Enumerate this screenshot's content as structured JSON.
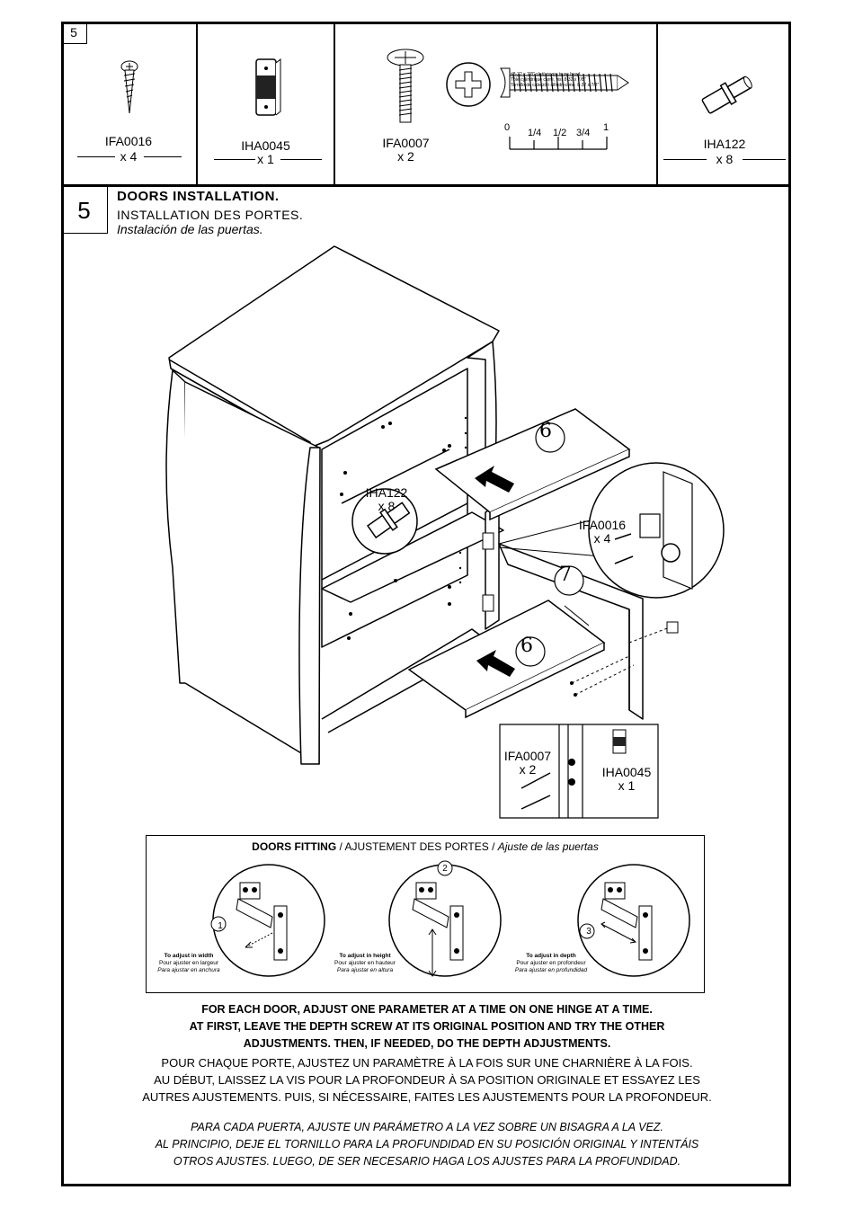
{
  "page_number": "5",
  "hardware": [
    {
      "code": "IFA0016",
      "qty": "x 4",
      "icon": "wood-screw-icon"
    },
    {
      "code": "IHA0045",
      "qty": "x 1",
      "icon": "door-catch-icon"
    },
    {
      "code": "IFA0007",
      "qty": "x 2",
      "icon": "truss-head-screw-icon"
    },
    {
      "code": "IHA122",
      "qty": "x 8",
      "icon": "dowel-cam-icon"
    }
  ],
  "screw_spec": [
    "#8-32 x 7/8\" slot/square truss head",
    "Tôle cylindrique carré, vis. 8-32 x 7/8\"",
    "Tornillo de cabezón cilíndrocono. 8-32 x 7/8\""
  ],
  "ruler": {
    "labels": [
      "0",
      "1/4",
      "1/2",
      "3/4",
      "1"
    ]
  },
  "step": {
    "number": "5",
    "title_en": "DOORS INSTALLATION.",
    "title_fr": "INSTALLATION  DES  PORTES.",
    "title_es": "Instalación de las puertas."
  },
  "diagram": {
    "part_top": "6",
    "part_bottom": "6",
    "part_door": "7",
    "callout_dowel": {
      "code": "IHA122",
      "qty": "x 8"
    },
    "callout_hinge": {
      "code": "IFA0016",
      "qty": "x 4"
    },
    "callout_screws": {
      "code": "IFA0007",
      "qty": "x 2"
    },
    "callout_catch": {
      "code": "IHA0045",
      "qty": "x 1"
    }
  },
  "fitting": {
    "title_bold": "DOORS FITTING",
    "title_rest": " / AJUSTEMENT DES PORTES / ",
    "title_italic": "Ajuste de las puertas",
    "panels": [
      {
        "num": "1",
        "en": "To adjust in width",
        "fr": "Pour ajuster en largeur",
        "es": "Para ajustar en anchura"
      },
      {
        "num": "2",
        "en": "To adjust in height",
        "fr": "Pour ajuster en hauteur",
        "es": "Para ajustar en altura"
      },
      {
        "num": "3",
        "en": "To adjust in depth",
        "fr": "Pour ajuster en profondeur",
        "es": "Para ajustar en profundidad"
      }
    ]
  },
  "notes": {
    "en": [
      "FOR EACH DOOR, ADJUST ONE PARAMETER AT A TIME ON ONE HINGE AT A TIME.",
      "AT FIRST, LEAVE THE DEPTH SCREW AT ITS ORIGINAL POSITION AND TRY THE OTHER",
      "ADJUSTMENTS. THEN, IF NEEDED, DO THE DEPTH ADJUSTMENTS."
    ],
    "fr": [
      "POUR CHAQUE PORTE, AJUSTEZ UN PARAMÈTRE À LA FOIS SUR UNE CHARNIÈRE À LA FOIS.",
      "AU DÉBUT, LAISSEZ LA VIS POUR LA PROFONDEUR À SA POSITION ORIGINALE ET ESSAYEZ LES",
      "AUTRES AJUSTEMENTS. PUIS, SI NÉCESSAIRE, FAITES LES AJUSTEMENTS POUR LA PROFONDEUR."
    ],
    "es": [
      "PARA CADA PUERTA, AJUSTE UN PARÁMETRO A LA VEZ SOBRE UN BISAGRA A LA VEZ.",
      "AL PRINCIPIO, DEJE EL TORNILLO PARA LA PROFUNDIDAD EN SU POSICIÓN ORIGINAL Y INTENTÁIS",
      "OTROS AJUSTES. LUEGO, DE SER NECESARIO HAGA LOS AJUSTES PARA LA PROFUNDIDAD."
    ]
  }
}
